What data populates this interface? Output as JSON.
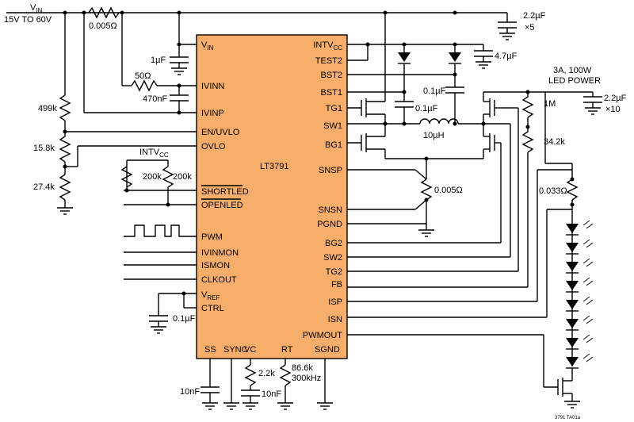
{
  "colors": {
    "chip_fill": "#f6ae6a",
    "chip_stroke": "#000000",
    "wire": "#000000",
    "led_fill": "#000000"
  },
  "chip": {
    "name": "LT3791",
    "left_pins": [
      "V",
      "IVINN",
      "IVINP",
      "EN/UVLO",
      "OVLO",
      "SHORTLED",
      "OPENLED",
      "PWM",
      "IVINMON",
      "ISMON",
      "CLKOUT",
      "V",
      "CTRL"
    ],
    "left_pin_subs": {
      "vin": "IN",
      "vref": "REF"
    },
    "right_pins": [
      "INTV",
      "TEST2",
      "BST2",
      "BST1",
      "TG1",
      "SW1",
      "BG1",
      "SNSP",
      "SNSN",
      "PGND",
      "BG2",
      "SW2",
      "TG2",
      "FB",
      "ISP",
      "ISN",
      "PWMOUT"
    ],
    "right_pin_subs": {
      "intvcc": "CC"
    },
    "bottom_pins": [
      "SS",
      "SYNC",
      "VC",
      "RT",
      "SGND"
    ]
  },
  "input": {
    "v": "V",
    "v_sub": "IN",
    "range": "15V TO 60V"
  },
  "components": {
    "r_sense_in": "0.005Ω",
    "c_in": "2.2µF",
    "c_in_mult": "×5",
    "c_vin": "1µF",
    "r_filter": "50Ω",
    "c_filter": "470nF",
    "r_en_top": "499k",
    "r_en_mid": "15.8k",
    "r_en_bot": "27.4k",
    "intvcc_label": "INTV",
    "intvcc_sub": "CC",
    "r_pullup1": "200k",
    "r_pullup2": "200k",
    "c_intvcc": "4.7µF",
    "c_boot1": "0.1µF",
    "c_boot2": "0.1µF",
    "inductor": "10µH",
    "r_sense_sw": "0.005Ω",
    "r_fb_top": "1M",
    "r_fb_bot": "34.2k",
    "c_out": "2.2µF",
    "c_out_mult": "×10",
    "r_led_sense": "0.033Ω",
    "c_ctrl": "0.1µF",
    "c_ss": "10nF",
    "r_vc": "2.2k",
    "c_vc": "10nF",
    "r_rt": "86.6k",
    "rt_freq": "300kHz"
  },
  "output": {
    "current_label": "3A, 100W",
    "power_label": "LED POWER"
  },
  "figure_id": "3791 TA01a"
}
